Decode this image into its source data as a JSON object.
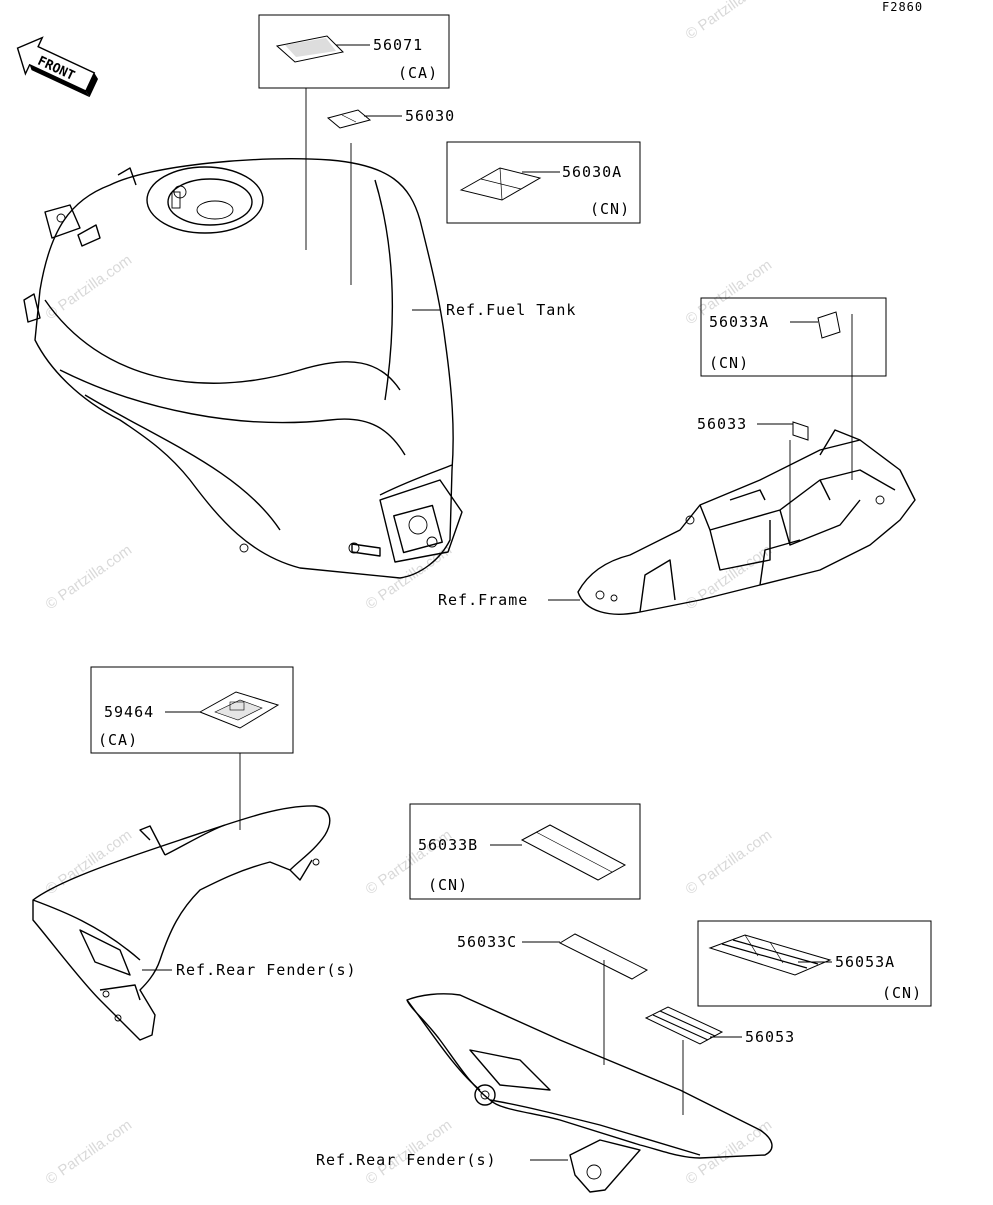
{
  "figure_id": "F2860",
  "front_label": "FRONT",
  "watermark": "© Partzilla.com",
  "parts": [
    {
      "number": "56071",
      "region": "(CA)"
    },
    {
      "number": "56030"
    },
    {
      "number": "56030A",
      "region": "(CN)"
    },
    {
      "number": "56033A",
      "region": "(CN)"
    },
    {
      "number": "56033"
    },
    {
      "number": "59464",
      "region": "(CA)"
    },
    {
      "number": "56033B",
      "region": "(CN)"
    },
    {
      "number": "56033C"
    },
    {
      "number": "56053A",
      "region": "(CN)"
    },
    {
      "number": "56053"
    }
  ],
  "refs": {
    "fuel_tank": "Ref.Fuel Tank",
    "frame": "Ref.Frame",
    "rear_fender_1": "Ref.Rear Fender(s)",
    "rear_fender_2": "Ref.Rear Fender(s)"
  }
}
